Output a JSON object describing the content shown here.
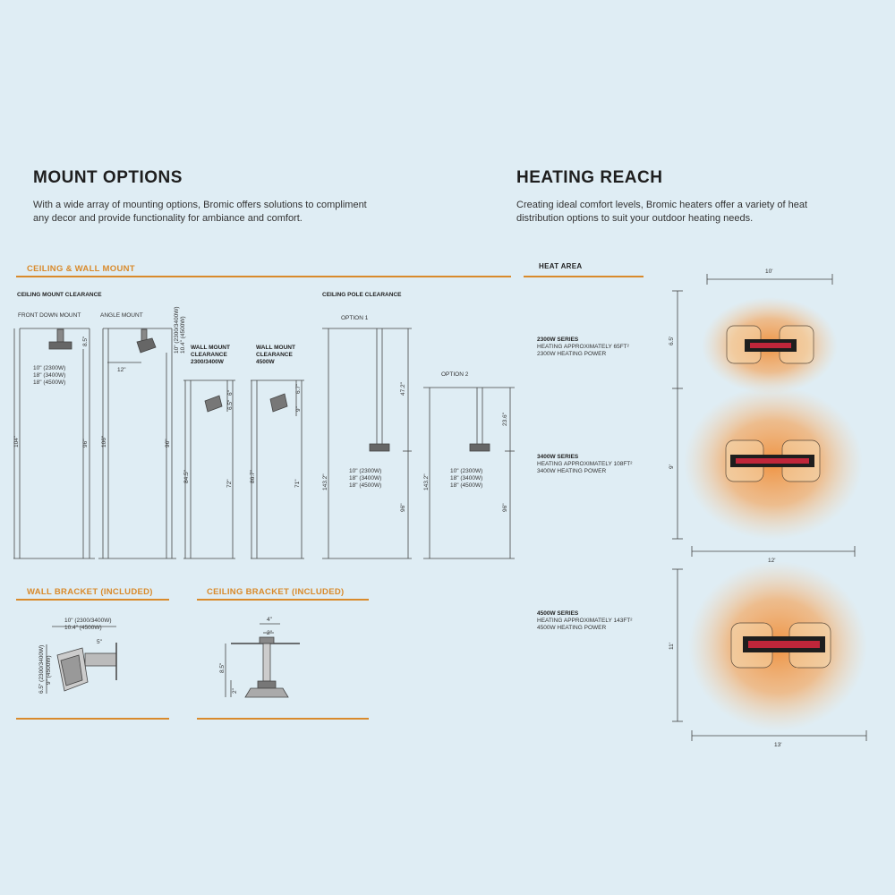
{
  "mount": {
    "title": "MOUNT OPTIONS",
    "body": "With a wide array of mounting options, Bromic offers solutions to compliment any decor and provide functionality for ambiance and comfort."
  },
  "heating": {
    "title": "HEATING REACH",
    "body": "Creating ideal comfort levels, Bromic heaters offer a variety of heat distribution options to suit your outdoor heating needs.",
    "heat_area_label": "HEAT AREA",
    "series": [
      {
        "name": "2300W SERIES",
        "line1": "HEATING APPROXIMATELY 65FT²",
        "line2": "2300W HEATING POWER",
        "width": "10'",
        "depth": "6.5'"
      },
      {
        "name": "3400W SERIES",
        "line1": "HEATING APPROXIMATELY 108FT²",
        "line2": "3400W HEATING POWER",
        "width": "12'",
        "depth": "9'"
      },
      {
        "name": "4500W SERIES",
        "line1": "HEATING APPROXIMATELY 143FT²",
        "line2": "4500W HEATING POWER",
        "width": "13'",
        "depth": "11'"
      }
    ]
  },
  "ceiling_wall": {
    "section": "CEILING & WALL MOUNT",
    "ceiling_mount_clearance": "CEILING MOUNT CLEARANCE",
    "ceiling_pole_clearance": "CEILING POLE CLEARANCE",
    "front_down_mount": "FRONT DOWN MOUNT",
    "angle_mount": "ANGLE MOUNT",
    "wall_2300_l1": "WALL MOUNT",
    "wall_2300_l2": "CLEARANCE",
    "wall_2300_l3": "2300/3400W",
    "wall_4500_l1": "WALL MOUNT",
    "wall_4500_l2": "CLEARANCE",
    "wall_4500_l3": "4500W",
    "option1": "OPTION 1",
    "option2": "OPTION 2",
    "fd_h": "104\"",
    "fd_h2": "96\"",
    "fd_top": "8.5\"",
    "fd_w1": "10\" (2300W)",
    "fd_w2": "18\" (3400W)",
    "fd_w3": "18\" (4500W)",
    "am_h": "106\"",
    "am_h2": "96\"",
    "am_w": "12\"",
    "am_top1": "10\" (2300/3400W)",
    "am_top2": "10.4\" (4500W)",
    "wm1_h": "84.5\"",
    "wm1_h2": "72\"",
    "wm1_a": "6\"",
    "wm1_b": "6.5\"",
    "wm2_h": "86.7\"",
    "wm2_h2": "71\"",
    "wm2_a": "6.7\"",
    "wm2_b": "9\"",
    "o1_h": "143.2\"",
    "o1_pole": "47.2\"",
    "o1_h2": "96\"",
    "o2_h": "143.2\"",
    "o2_pole": "23.6\"",
    "o2_h2": "96\"",
    "opt_w1": "10\" (2300W)",
    "opt_w2": "18\" (3400W)",
    "opt_w3": "18\" (4500W)"
  },
  "wall_bracket": {
    "section": "WALL BRACKET (INCLUDED)",
    "w1": "10\" (2300/3400W)",
    "w2": "10.4\" (4500W)",
    "w3": "5\"",
    "h1": "6.5\" (2300/3400W)",
    "h2": "9\" (4500W)"
  },
  "ceiling_bracket": {
    "section": "CEILING BRACKET (INCLUDED)",
    "w1": "4\"",
    "w2": "2\"",
    "h1": "8.5\"",
    "h2": "2\""
  },
  "colors": {
    "accent": "#d98a2b",
    "background": "#dfedf4",
    "glow": "#f0a350",
    "element": "#c0263a"
  }
}
